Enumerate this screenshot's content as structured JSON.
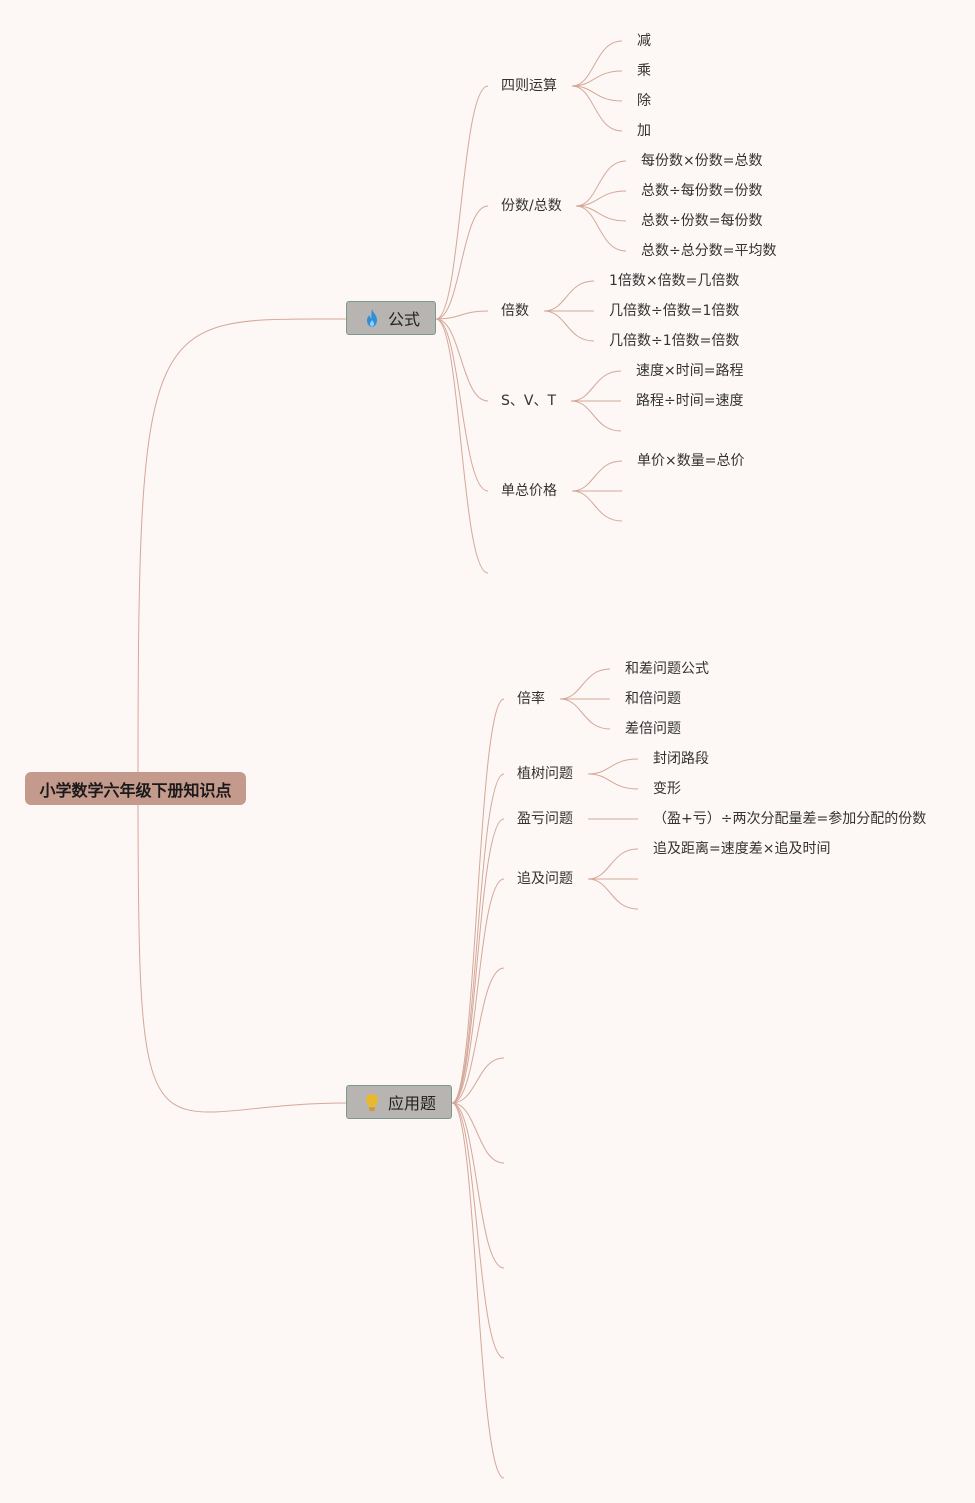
{
  "root": {
    "label": "小学数学六年级下册知识点"
  },
  "branches": [
    {
      "label": "公式",
      "icon": "flame-icon",
      "icon_color": "#2f8fd8",
      "children": [
        {
          "label": "四则运算",
          "children": [
            "减",
            "乘",
            "除",
            "加"
          ]
        },
        {
          "label": "份数/总数",
          "children": [
            "每份数×份数=总数",
            "总数÷每份数=份数",
            "总数÷份数=每份数",
            "总数÷总分数=平均数"
          ]
        },
        {
          "label": "倍数",
          "children": [
            "1倍数×倍数=几倍数",
            "几倍数÷倍数=1倍数",
            "几倍数÷1倍数=倍数"
          ]
        },
        {
          "label": "S、V、T",
          "children": [
            "速度×时间=路程",
            "路程÷时间=速度",
            ""
          ]
        },
        {
          "label": "单总价格",
          "children": [
            "单价×数量=总价",
            "",
            ""
          ]
        },
        {
          "label": "",
          "children": []
        }
      ]
    },
    {
      "label": "应用题",
      "icon": "lightbulb-icon",
      "icon_color": "#e8b830",
      "children": [
        {
          "label": "倍率",
          "children": [
            "和差问题公式",
            "和倍问题",
            "差倍问题"
          ]
        },
        {
          "label": "植树问题",
          "children": [
            "封闭路段",
            "变形"
          ]
        },
        {
          "label": "盈亏问题",
          "children": [
            "（盈+亏）÷两次分配量差=参加分配的份数"
          ]
        },
        {
          "label": "追及问题",
          "children": [
            "追及距离=速度差×追及时间",
            "",
            ""
          ]
        },
        {
          "label": "",
          "children": []
        },
        {
          "label": "",
          "children": []
        },
        {
          "label": "",
          "children": []
        },
        {
          "label": "",
          "children": []
        },
        {
          "label": "",
          "children": []
        },
        {
          "label": "",
          "children": []
        }
      ]
    }
  ],
  "colors": {
    "line": "#d4a898",
    "root_bg": "#c49a8c",
    "node_bg": "#b8b4b1",
    "node_border": "#7a9a8e"
  }
}
